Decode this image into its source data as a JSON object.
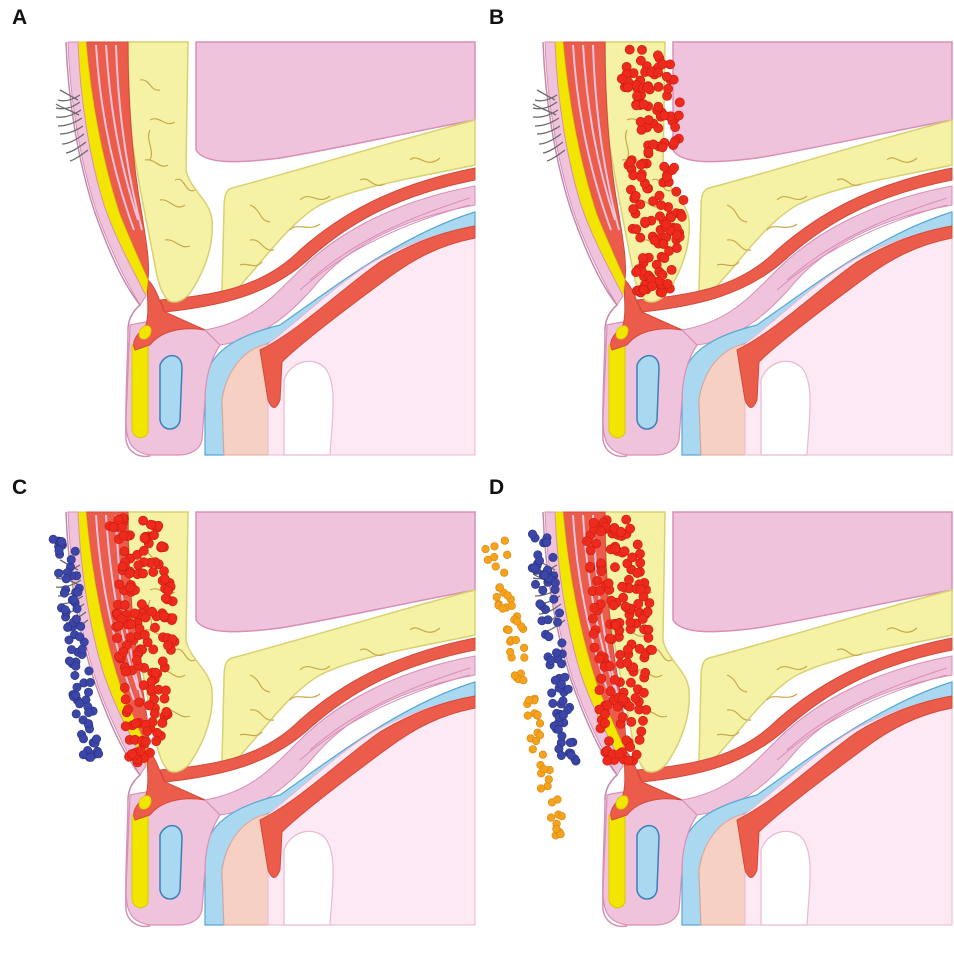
{
  "panels": [
    {
      "label": "A",
      "cells": []
    },
    {
      "label": "B",
      "cells": [
        "red"
      ]
    },
    {
      "label": "C",
      "cells": [
        "red",
        "blue"
      ]
    },
    {
      "label": "D",
      "cells": [
        "red",
        "blue",
        "orange"
      ]
    }
  ],
  "colors": {
    "fat": "#f5f2a6",
    "fat_edge": "#d8d170",
    "fat_vein": "#c9a84a",
    "muscle": "#ec5c4a",
    "muscle_dark": "#d24a3c",
    "pink": "#f0c3dc",
    "pink_light": "#fbe7f1",
    "pink_edge": "#d88fb6",
    "eye_pink": "#fde9f3",
    "blue": "#a9d8f0",
    "blue_edge": "#5aa7d3",
    "yellow_tarsus": "#f2e600",
    "peach": "#f7d0c4",
    "lash": "#6a6a6a",
    "cell_red": "#ee2a1d",
    "cell_blue": "#3c46a8",
    "cell_orange": "#f5a31c"
  }
}
